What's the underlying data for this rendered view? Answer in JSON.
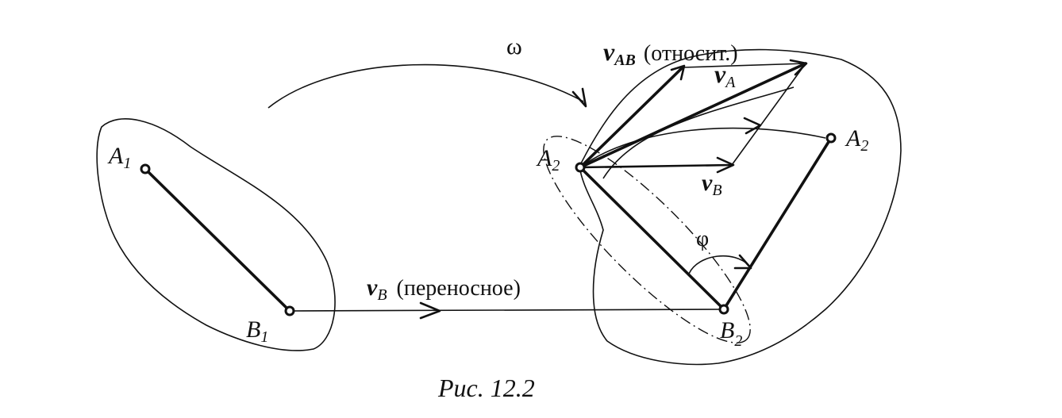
{
  "labels": {
    "omega": "ω",
    "v_ab_symbol": "v",
    "v_ab_sub": "AB",
    "v_ab_note": "(относит.)",
    "v_a_symbol": "v",
    "v_a_sub": "A",
    "v_b_symbol": "v",
    "v_b_sub": "B",
    "v_b_note": "(переносное)",
    "v_b2_symbol": "v",
    "v_b2_sub": "B",
    "a1": "A",
    "a1_sub": "1",
    "b1": "B",
    "b1_sub": "1",
    "a2_left": "A",
    "a2_left_sub": "2",
    "a2_right": "A",
    "a2_right_sub": "2",
    "b2": "B",
    "b2_sub": "2",
    "phi": "φ"
  },
  "caption": "Рис. 12.2"
}
